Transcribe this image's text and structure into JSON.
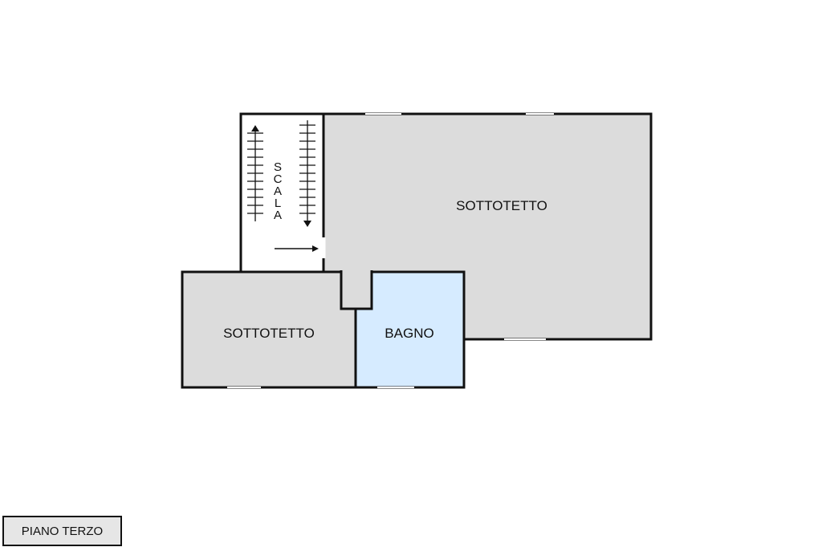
{
  "rooms": {
    "sottotetto_main": {
      "label": "SOTTOTETTO"
    },
    "sottotetto_small": {
      "label": "SOTTOTETTO"
    },
    "bagno": {
      "label": "BAGNO"
    },
    "scala": {
      "letters": [
        "S",
        "C",
        "A",
        "L",
        "A"
      ]
    }
  },
  "floor_label": "PIANO TERZO",
  "colors": {
    "attic_fill": "#dcdcdc",
    "bathroom_fill": "#d6ebff",
    "wall": "#111111",
    "stair_fill": "#ffffff"
  }
}
